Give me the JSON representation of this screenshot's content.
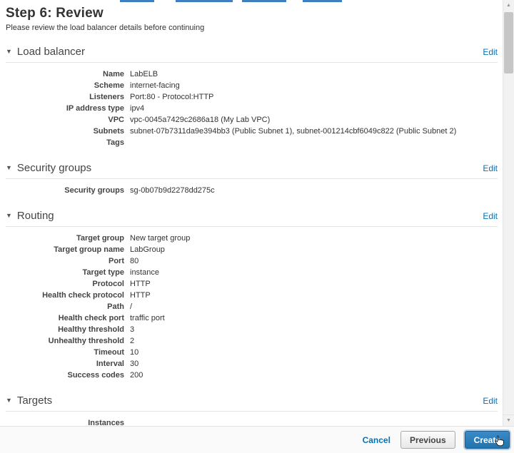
{
  "page": {
    "title": "Step 6: Review",
    "subtitle": "Please review the load balancer details before continuing"
  },
  "sections": [
    {
      "title": "Load balancer",
      "edit_label": "Edit",
      "rows": [
        {
          "label": "Name",
          "value": "LabELB"
        },
        {
          "label": "Scheme",
          "value": "internet-facing"
        },
        {
          "label": "Listeners",
          "value": "Port:80 - Protocol:HTTP"
        },
        {
          "label": "IP address type",
          "value": "ipv4"
        },
        {
          "label": "VPC",
          "value": "vpc-0045a7429c2686a18 (My Lab VPC)"
        },
        {
          "label": "Subnets",
          "value": "subnet-07b7311da9e394bb3 (Public Subnet 1), subnet-001214cbf6049c822 (Public Subnet 2)"
        },
        {
          "label": "Tags",
          "value": ""
        }
      ]
    },
    {
      "title": "Security groups",
      "edit_label": "Edit",
      "rows": [
        {
          "label": "Security groups",
          "value": "sg-0b07b9d2278dd275c"
        }
      ]
    },
    {
      "title": "Routing",
      "edit_label": "Edit",
      "rows": [
        {
          "label": "Target group",
          "value": "New target group"
        },
        {
          "label": "Target group name",
          "value": "LabGroup"
        },
        {
          "label": "Port",
          "value": "80"
        },
        {
          "label": "Target type",
          "value": "instance"
        },
        {
          "label": "Protocol",
          "value": "HTTP"
        },
        {
          "label": "Health check protocol",
          "value": "HTTP"
        },
        {
          "label": "Path",
          "value": "/"
        },
        {
          "label": "Health check port",
          "value": "traffic port"
        },
        {
          "label": "Healthy threshold",
          "value": "3"
        },
        {
          "label": "Unhealthy threshold",
          "value": "2"
        },
        {
          "label": "Timeout",
          "value": "10"
        },
        {
          "label": "Interval",
          "value": "30"
        },
        {
          "label": "Success codes",
          "value": "200"
        }
      ]
    },
    {
      "title": "Targets",
      "edit_label": "Edit",
      "rows": [
        {
          "label": "Instances",
          "value": ""
        }
      ]
    }
  ],
  "footer": {
    "cancel_label": "Cancel",
    "previous_label": "Previous",
    "create_label": "Create"
  },
  "icons": {
    "collapse_triangle": "▼",
    "scroll_up": "▲",
    "scroll_down": "▼"
  },
  "colors": {
    "link": "#0073bb",
    "primary_button_top": "#3a8bc8",
    "primary_button_bottom": "#2173ae"
  }
}
